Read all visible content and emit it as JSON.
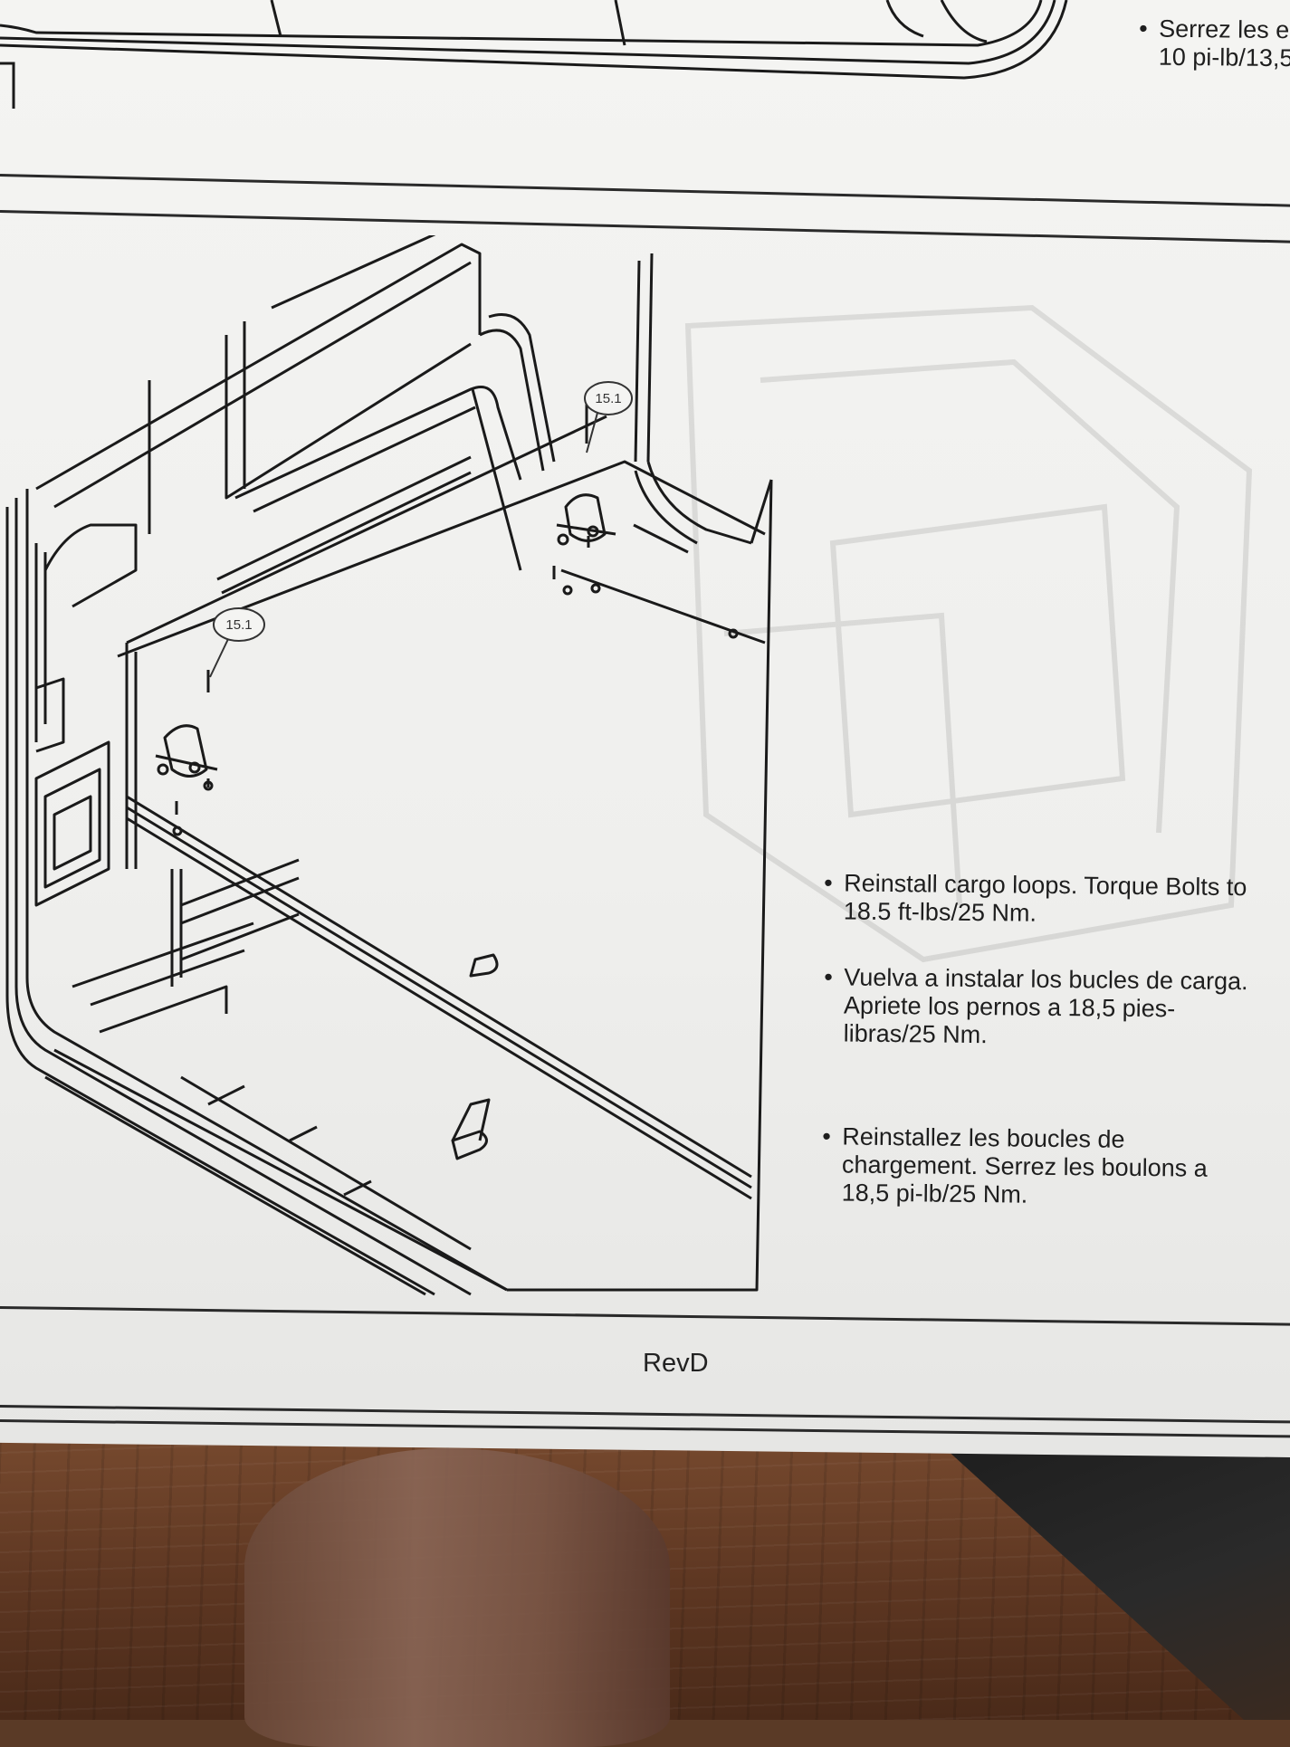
{
  "top_bullet": {
    "line1": "Serrez les e",
    "line2": "10 pi-lb/13,5"
  },
  "instructions": {
    "english": {
      "line1": "Reinstall cargo loops.  Torque Bolts to",
      "line2": "18.5 ft-lbs/25 Nm."
    },
    "spanish": {
      "line1": "Vuelva a instalar los bucles de carga.",
      "line2": "Apriete los pernos a 18,5 pies-",
      "line3": "libras/25 Nm."
    },
    "french": {
      "line1": "Reinstallez les boucles de",
      "line2": "chargement.  Serrez les boulons a",
      "line3": "18,5 pi-lb/25 Nm."
    }
  },
  "figure": {
    "callout_upper": "15.1",
    "callout_lower": "15.1"
  },
  "footer": {
    "revision": "RevD"
  }
}
